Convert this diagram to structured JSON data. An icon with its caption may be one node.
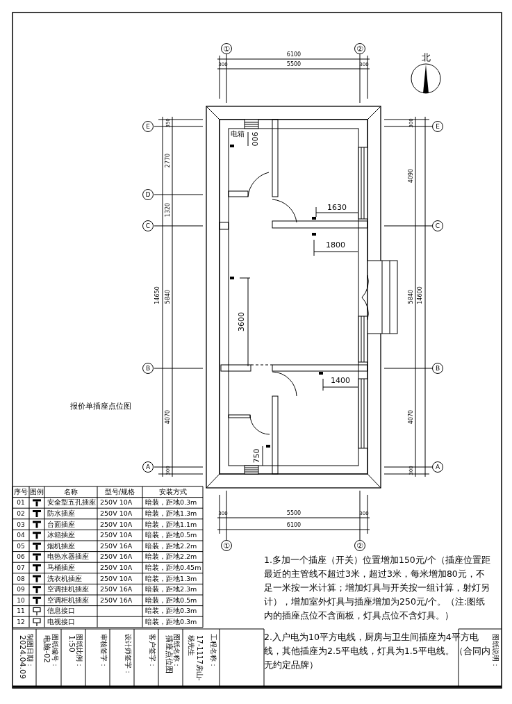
{
  "diagram": {
    "labels": [
      "①",
      "②",
      "6100",
      "300",
      "5500",
      "300",
      "北",
      "E",
      "350",
      "E",
      "300",
      "电箱",
      "900",
      "2770",
      "4090",
      "D",
      "1630",
      "1320",
      "C",
      "C",
      "1800",
      "14650",
      "5840",
      "3600",
      "5840",
      "14600",
      "B",
      "B",
      "1400",
      "报价单插座点位图",
      "4070",
      "4070",
      "750",
      "A",
      "300",
      "A",
      "300",
      "300",
      "5500",
      "300",
      "6100",
      "①",
      "②",
      "序号",
      "图例",
      "名称",
      "型号/规格",
      "安装方式",
      "01",
      "安全型五孔插座",
      "250V 10A",
      "暗装，距地0.3m",
      "02",
      "防水插座",
      "250V 10A",
      "暗装，距地1.3m",
      "03",
      "台面插座",
      "250V 10A",
      "暗装，距地1.1m",
      "04",
      "冰箱插座",
      "250V 10A",
      "暗装，距地0.5m",
      "05",
      "烟机插座",
      "250V 16A",
      "暗装，距地2.2m",
      "06",
      "电热水器插座",
      "250V 16A",
      "暗装，距地2.2m",
      "07",
      "马桶插座",
      "250V 10A",
      "暗装，距地0.45m",
      "08",
      "洗衣机插座",
      "250V 10A",
      "暗装，距地1.3m",
      "09",
      "空调挂机插座",
      "250V 16A",
      "暗装，距地2.3m",
      "10",
      "空调柜机插座",
      "250V 16A",
      "暗装，距地0.5m",
      "11",
      "信息接口",
      "暗装，距地0.3m",
      "12",
      "电视接口",
      "暗装，距地0.3m",
      "1.多加一个插座（开关）位置增加150元/个（插座位置距最近的主管线不超过3米，超过3米，每米增加80元，不足一米按一米计算；增加灯具与开关按一组计算，射灯另计），增加室外灯具与插座增加为250元/个。（注:图纸内的插座点位不含面板，灯具点位不含灯具。）",
      "制图日期：",
      "2024.04.09",
      "图纸编号：",
      "电施-02",
      "图纸比例：",
      "1:50",
      "审核签字：",
      "设计师签字：",
      "客户签字：",
      "图纸名称：",
      "插座点位图",
      "工程名称：",
      "17-1117房山-杨先生",
      "2.入户电为10平方电线，厨房与卫生间插座为4平方电线，其他插座为2.5平电线，灯具为1.5平电线。（合同内无约定品牌）",
      "图纸说明："
    ]
  }
}
